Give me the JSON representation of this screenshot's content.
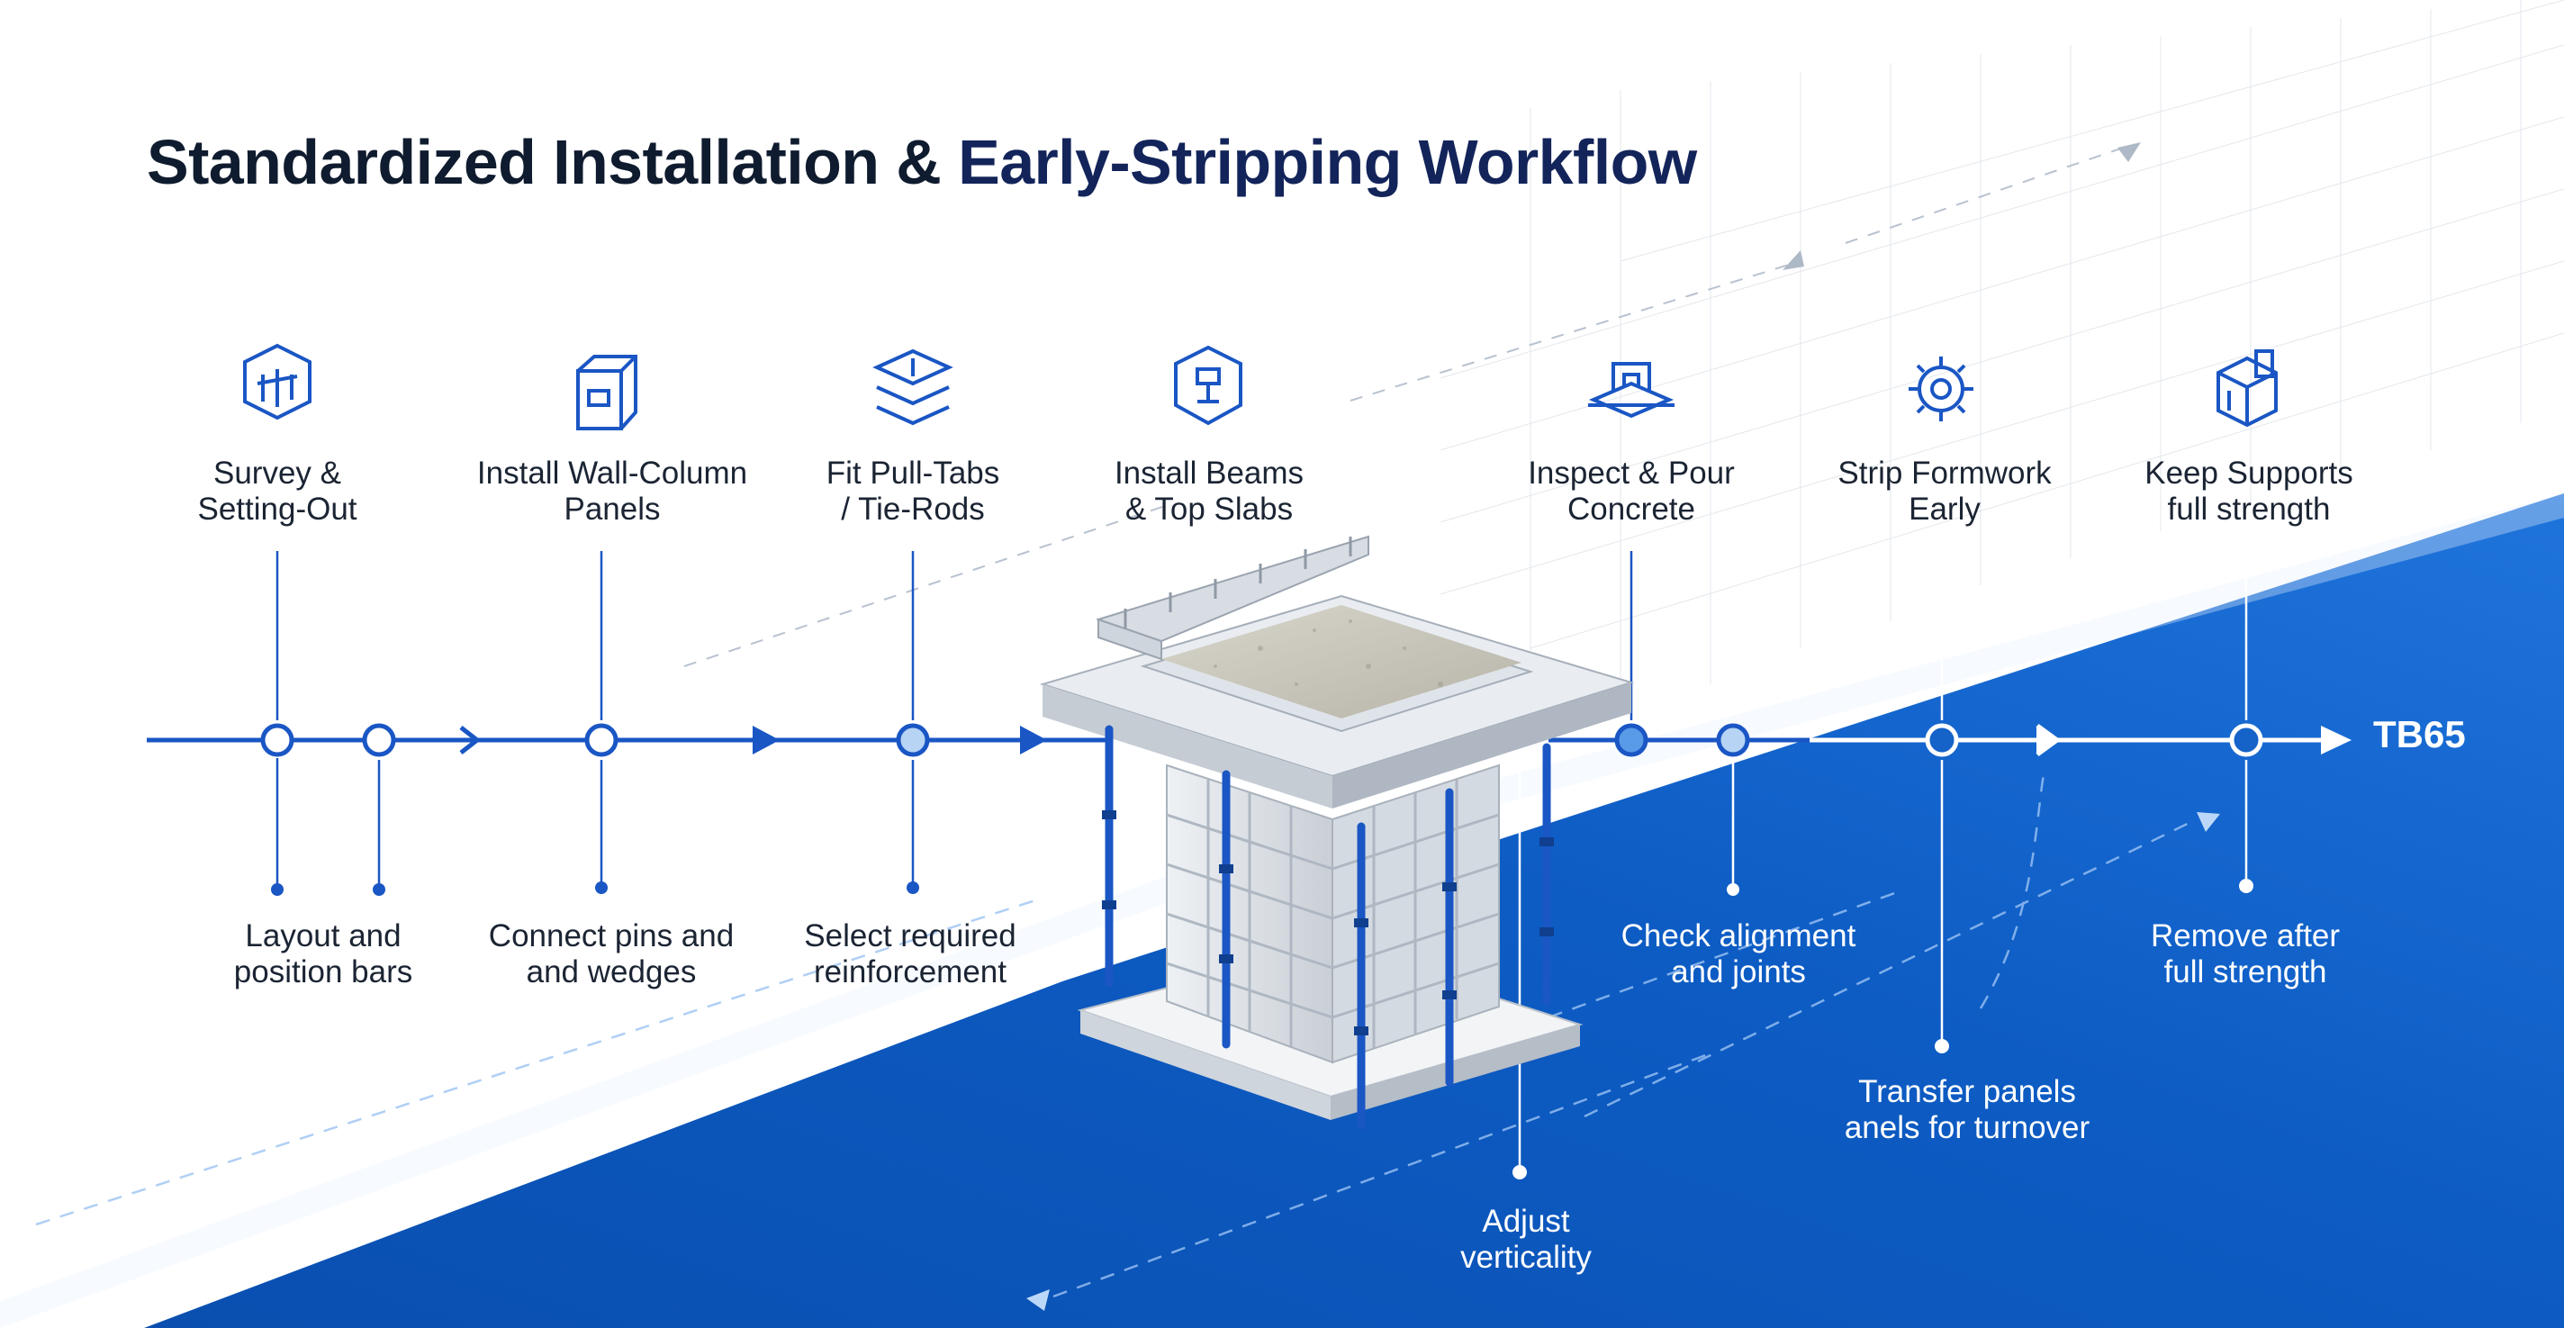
{
  "title": {
    "part1": "Standardized Installation & ",
    "part2": "Early-Stripping Workflow"
  },
  "colors": {
    "accent": "#1a56c4",
    "band": "#0d5cc4",
    "title_text": "#0f1b2e",
    "grid": "#d5dbe3"
  },
  "steps": [
    {
      "icon": "survey-icon",
      "line1": "Survey &",
      "line2": "Setting-Out"
    },
    {
      "icon": "panel-icon",
      "line1": "Install Wall-Column",
      "line2": "Panels"
    },
    {
      "icon": "layers-icon",
      "line1": "Fit Pull-Tabs",
      "line2": "/ Tie-Rods"
    },
    {
      "icon": "beam-icon",
      "line1": "Install Beams",
      "line2": "& Top Slabs"
    },
    {
      "icon": "pour-icon",
      "line1": "Inspect & Pour",
      "line2": "Concrete"
    },
    {
      "icon": "gear-icon",
      "line1": "Strip Formwork",
      "line2": "Early"
    },
    {
      "icon": "support-icon",
      "line1": "Keep Supports",
      "line2": "full strength"
    }
  ],
  "substeps": [
    {
      "line1": "Layout and",
      "line2": "position bars"
    },
    {
      "line1": "Connect pins and",
      "line2": "and wedges"
    },
    {
      "line1": "Select required",
      "line2": "reinforcement"
    },
    {
      "line1": "Adjust",
      "line2": "verticality"
    },
    {
      "line1": "Check alignment",
      "line2": "and joints"
    },
    {
      "line1": "Transfer panels",
      "line2": "anels for turnover"
    },
    {
      "line1": "Remove after",
      "line2": "full strength"
    }
  ],
  "end_label": "TB65"
}
